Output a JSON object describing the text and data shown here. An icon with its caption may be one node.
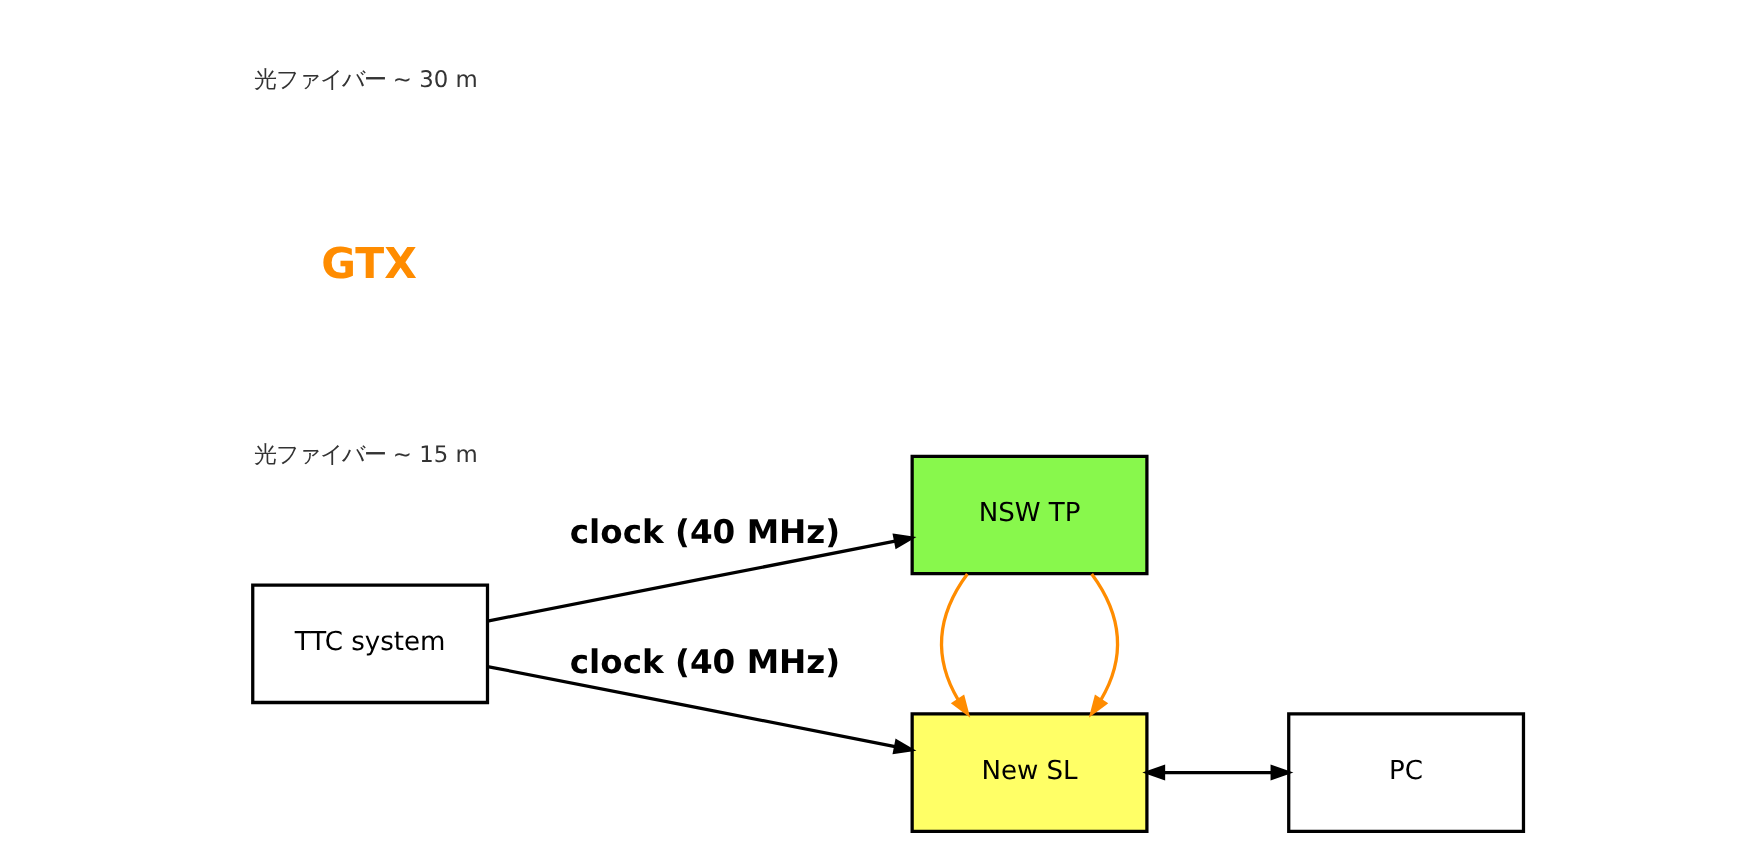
{
  "diagram": {
    "nodes": [
      {
        "text": [
          "TTC system"
        ]
      },
      {
        "text": [
          "NSW TP"
        ]
      },
      {
        "text": [
          "New SL"
        ]
      },
      {
        "text": [
          "PC"
        ]
      }
    ],
    "edges": [
      {
        "from": 0,
        "to": 1,
        "arrow": "to",
        "label": "clock (40 MHz)"
      },
      {
        "from": 0,
        "to": 2,
        "arrow": "to",
        "label": "clock (40 MHz)"
      },
      {
        "from": 1,
        "to": 2,
        "arrow": "to",
        "color": "#ff8c00"
      },
      {
        "from": 1,
        "to": 2,
        "arrow": "to",
        "color": "#ff8c00"
      },
      {
        "from": 2,
        "to": 3,
        "arrow": "both"
      }
    ],
    "labels": [
      "光ファイバー ~ 15 m",
      "GTX",
      "光ファイバー ~ 30 m"
    ]
  }
}
